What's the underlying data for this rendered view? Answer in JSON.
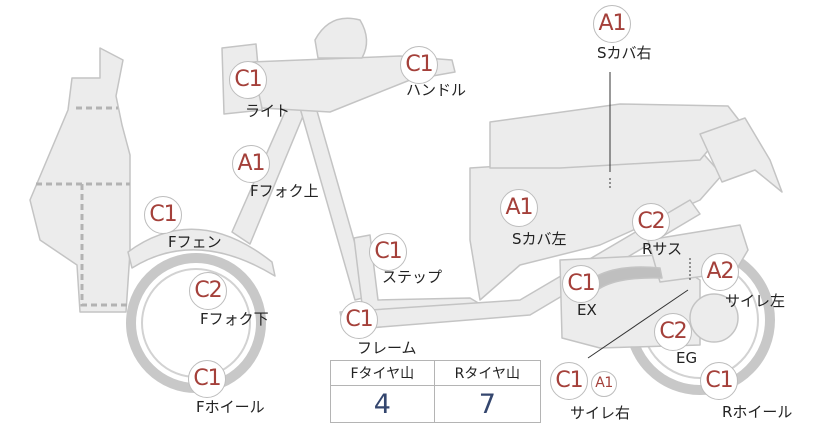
{
  "parts": [
    {
      "key": "light",
      "grade": "C1",
      "label": "ライト"
    },
    {
      "key": "handle",
      "grade": "C1",
      "label": "ハンドル"
    },
    {
      "key": "f_fork_upper",
      "grade": "A1",
      "label": "Fフォク上"
    },
    {
      "key": "f_fender",
      "grade": "C1",
      "label": "Fフェン"
    },
    {
      "key": "f_fork_lower",
      "grade": "C2",
      "label": "Fフォク下"
    },
    {
      "key": "f_wheel",
      "grade": "C1",
      "label": "Fホイール"
    },
    {
      "key": "step",
      "grade": "C1",
      "label": "ステップ"
    },
    {
      "key": "frame",
      "grade": "C1",
      "label": "フレーム"
    },
    {
      "key": "s_cover_right",
      "grade": "A1",
      "label": "Sカバ右"
    },
    {
      "key": "s_cover_left",
      "grade": "A1",
      "label": "Sカバ左"
    },
    {
      "key": "r_suspension",
      "grade": "C2",
      "label": "Rサス"
    },
    {
      "key": "exhaust",
      "grade": "C1",
      "label": "EX"
    },
    {
      "key": "muffler_left",
      "grade": "A2",
      "label": "サイレ左"
    },
    {
      "key": "engine",
      "grade": "C2",
      "label": "EG"
    },
    {
      "key": "muffler_right",
      "grade": "C1",
      "grade2": "A1",
      "label": "サイレ右"
    },
    {
      "key": "r_wheel",
      "grade": "C1",
      "label": "Rホイール"
    }
  ],
  "tire_table": {
    "front_header": "Fタイヤ山",
    "rear_header": "Rタイヤ山",
    "front_value": "4",
    "rear_value": "7"
  },
  "colors": {
    "grade_text": "#a4403a",
    "body_fill": "#ececec",
    "body_stroke": "#c2c2c2",
    "value_text": "#34466e"
  }
}
